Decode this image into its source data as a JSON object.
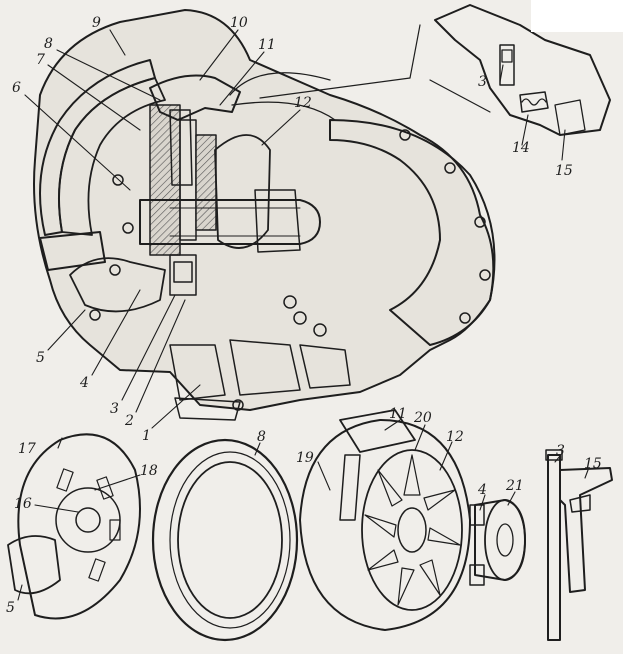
{
  "callouts": {
    "c1": "1",
    "c2": "2",
    "c3": "3",
    "c4": "4",
    "c5": "5",
    "c6": "6",
    "c7": "7",
    "c8": "8",
    "c9": "9",
    "c10": "10",
    "c11": "11",
    "c12": "12",
    "c14": "14",
    "c15": "15",
    "c16": "16",
    "c17": "17",
    "c18": "18",
    "c19": "19",
    "c20": "20",
    "c21": "21",
    "c3b": "3",
    "c3c": "3",
    "c4b": "4",
    "c5b": "5",
    "c8b": "8",
    "c11b": "11",
    "c12b": "12",
    "c15b": "15"
  },
  "colors": {
    "paper": "#f0eeea",
    "ink": "#1e1e1e",
    "metal_light": "#e6e3dc",
    "metal_mid": "#b9b5ad",
    "metal_dark": "#6c6862"
  }
}
